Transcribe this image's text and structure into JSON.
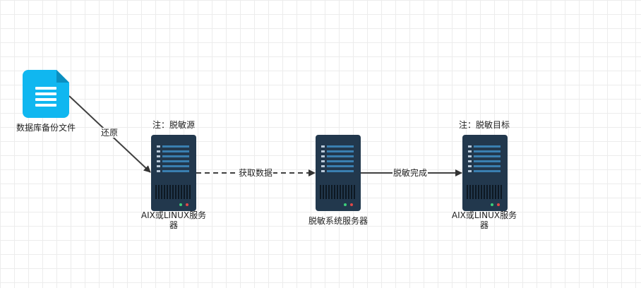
{
  "nodes": {
    "backup_file": {
      "label": "数据库备份文件",
      "icon": "document-icon",
      "color": "#10b7f0"
    },
    "source_server": {
      "label": "AIX或LINUX服务器",
      "note": "注：脱敏源",
      "icon": "server-icon"
    },
    "desens_server": {
      "label": "脱敏系统服务器",
      "icon": "server-icon"
    },
    "target_server": {
      "label": "AIX或LINUX服务器",
      "note": "注：脱敏目标",
      "icon": "server-icon"
    }
  },
  "edges": {
    "restore": {
      "label": "还原"
    },
    "fetch": {
      "label": "获取数据",
      "style": "dashed"
    },
    "done": {
      "label": "脱敏完成"
    }
  },
  "colors": {
    "server_body": "#22384d",
    "server_bay": "#3a7fb0",
    "line": "#404040"
  }
}
